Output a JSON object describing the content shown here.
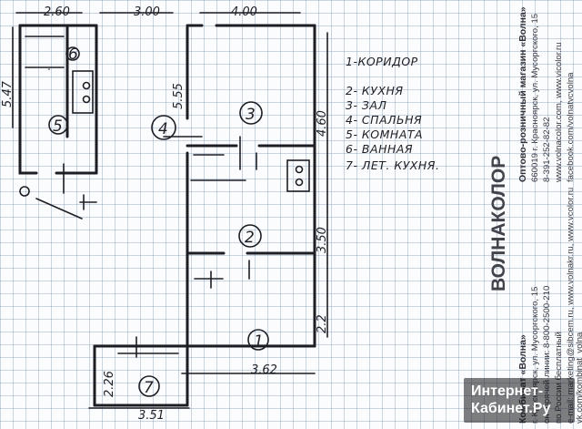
{
  "dimensions": {
    "d_260": "2.60",
    "d_300": "3.00",
    "d_400": "4.00",
    "d_547": "5.47",
    "d_555": "5.55",
    "d_460": "4.60",
    "d_350": "3.50",
    "d_22": "2.2",
    "d_362": "3.62",
    "d_226": "2.26",
    "d_351": "3.51"
  },
  "room_numbers": [
    "1",
    "2",
    "3",
    "4",
    "5",
    "6",
    "7"
  ],
  "legend": [
    "1-КОРИДОР",
    "2- КУХНЯ",
    "3- ЗАЛ",
    "4- СПАЛЬНЯ",
    "5- КОМНАТА",
    "6- ВАННАЯ",
    "7- ЛЕТ. КУХНЯ."
  ],
  "brand_right": {
    "title": "Оптово-розничный магазин «Волна»",
    "address": "660019 г. Красноярск, ул. Мусоргского, 15",
    "phone": "8-391-252-82-82",
    "web": "www.volnacolor.com, www.vicolor.ru",
    "social": "facebook.com/volnatvcvolna"
  },
  "logo": "ВОЛНАКОЛОР",
  "brand_left": {
    "title": "Комбинат «Волна»",
    "address": "г. Красноярск, ул. Мусоргского, 15",
    "hotline": "он горячей линии: 8-800-2500-210",
    "free": "по России бесплатный",
    "email": "e-mail: marketing@sibcem.ru, www.volnakr.ru, www.vcolor.ru",
    "vk": "vk.com/kombinat_volna"
  },
  "watermark": {
    "line1": "Интернет-",
    "line2": "Кабинет.Ру"
  }
}
